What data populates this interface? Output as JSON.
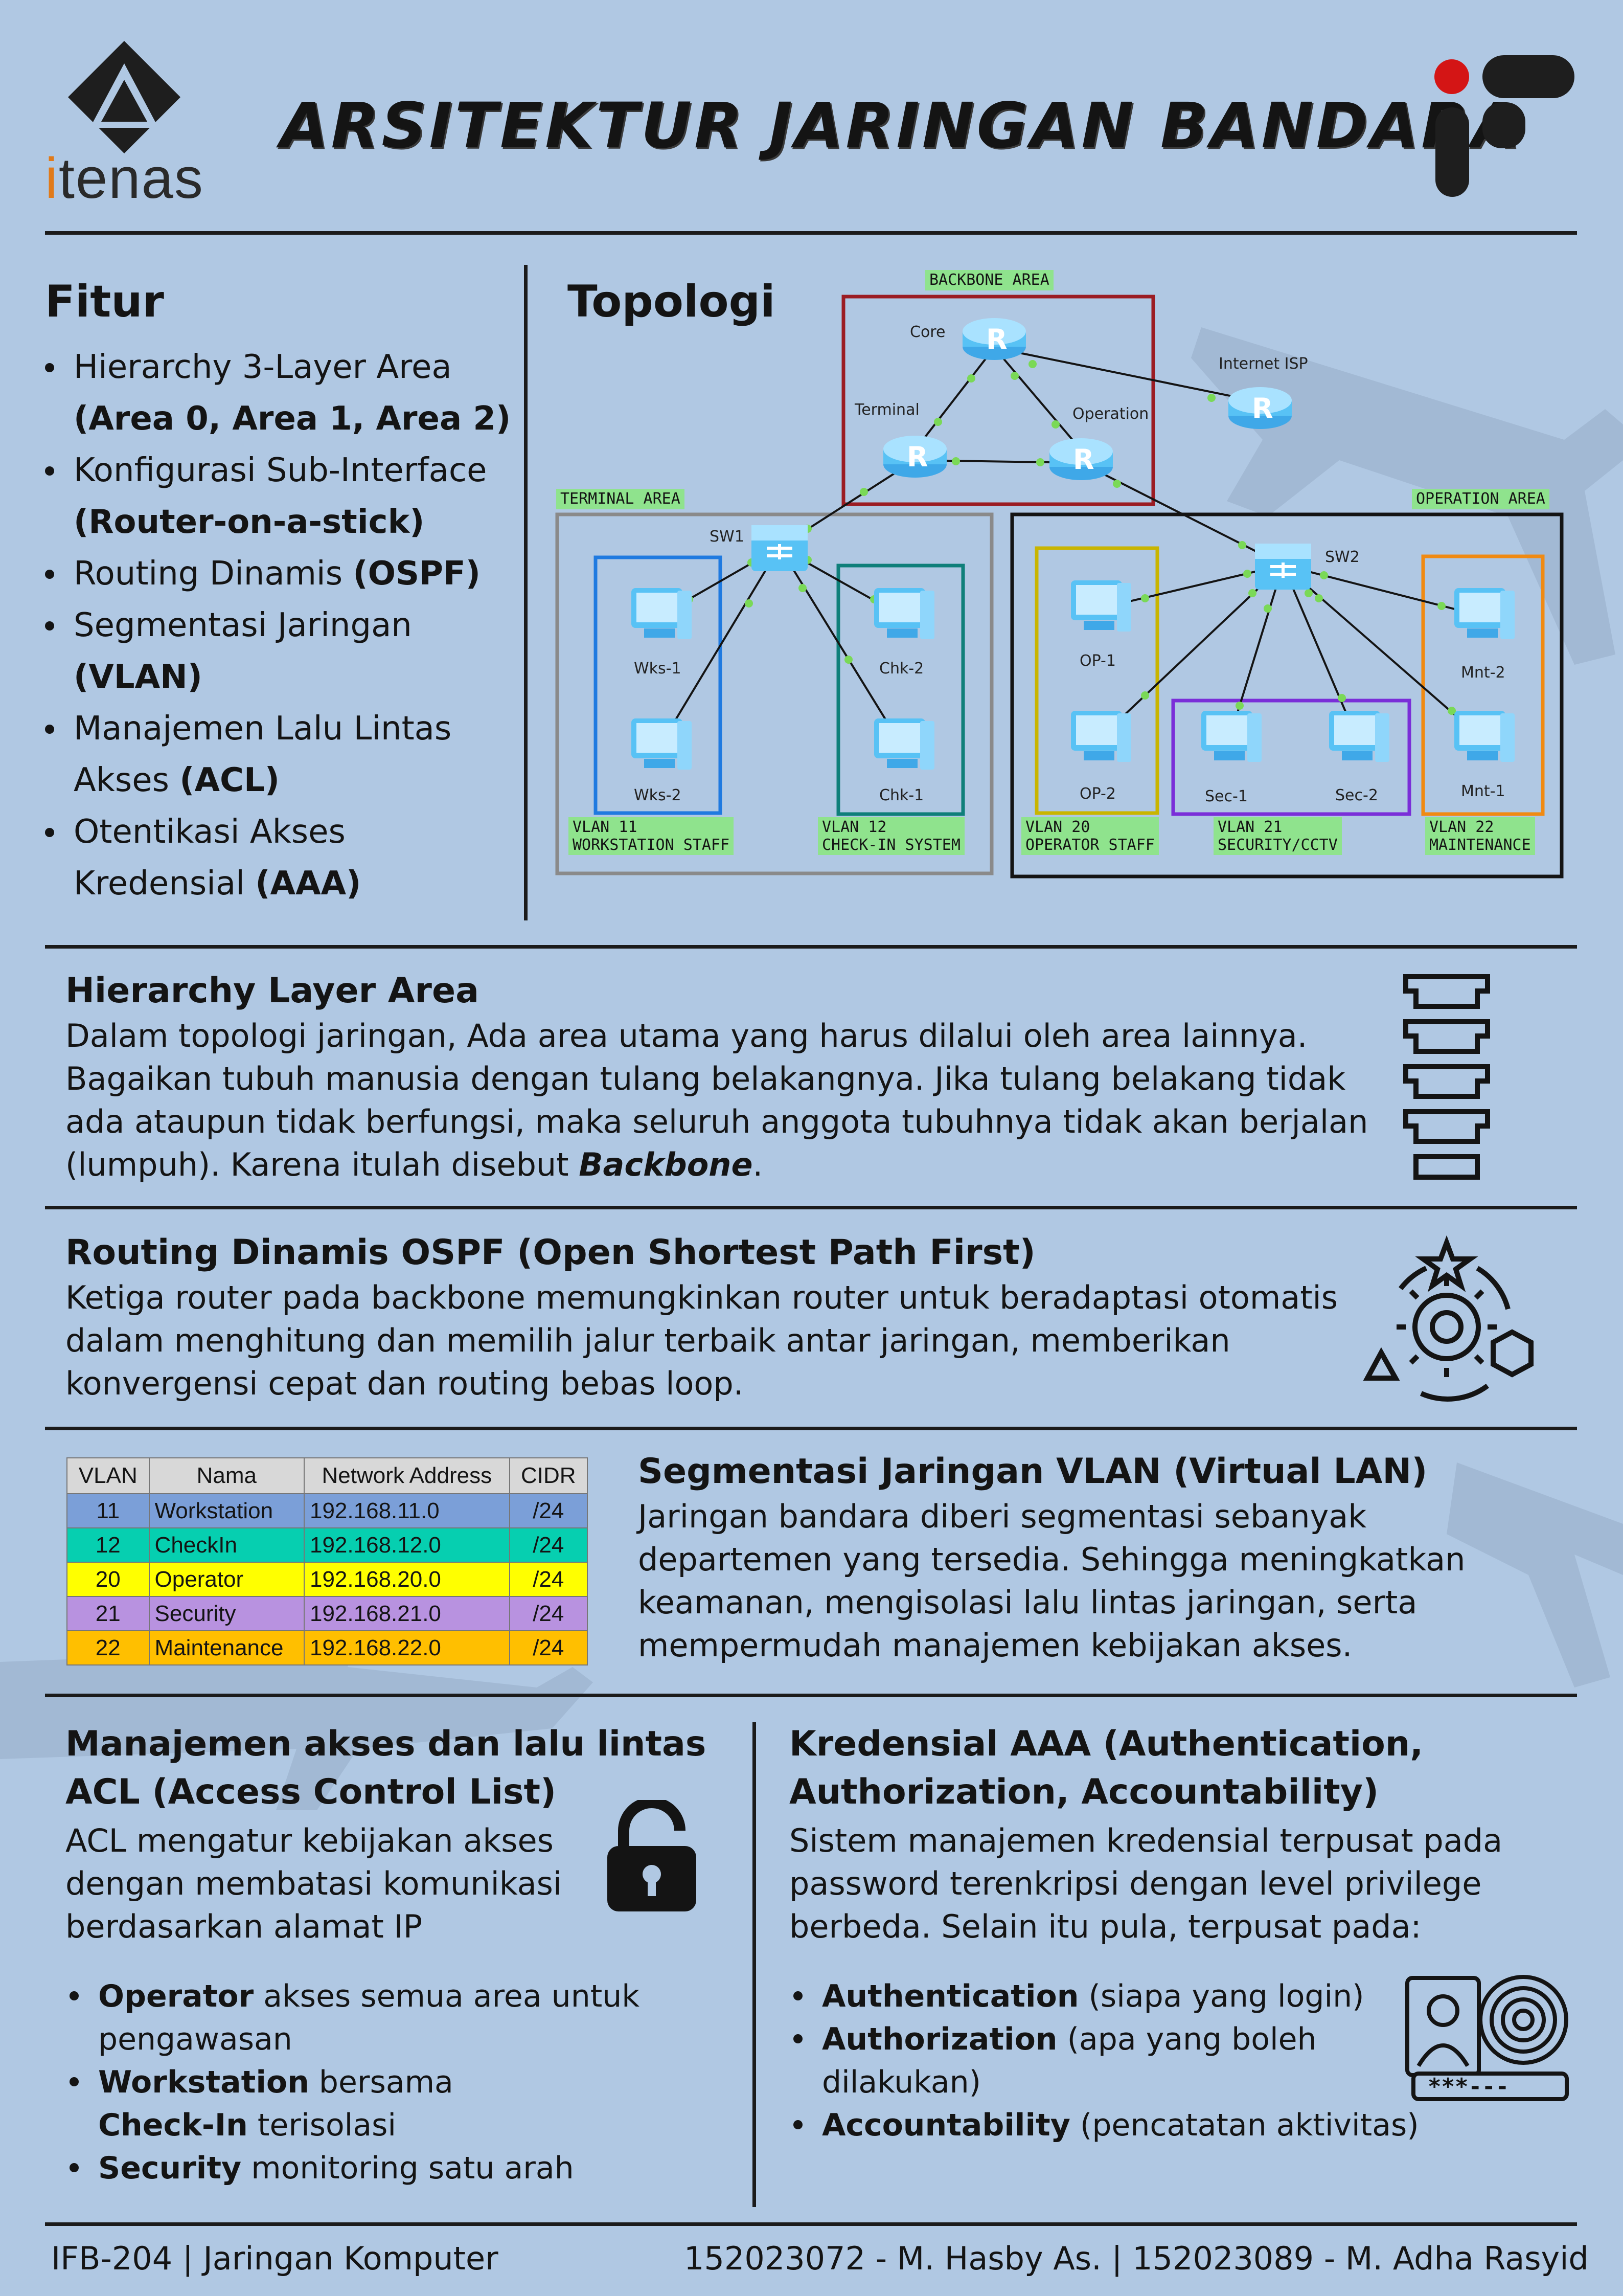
{
  "header": {
    "title": "ARSITEKTUR JARINGAN BANDARA",
    "logo_left_text": "itenas"
  },
  "fitur": {
    "heading": "Fitur",
    "items": [
      {
        "text": "Hierarchy 3-Layer Area",
        "bold": "(Area 0, Area 1, Area 2)"
      },
      {
        "text": "Konfigurasi Sub-Interface",
        "bold": "(Router-on-a-stick)"
      },
      {
        "text": "Routing Dinamis",
        "bold": "(OSPF)"
      },
      {
        "text": "Segmentasi Jaringan",
        "bold": "(VLAN)"
      },
      {
        "text": "Manajemen Lalu Lintas Akses",
        "bold": "(ACL)"
      },
      {
        "text": "Otentikasi Akses Kredensial",
        "bold": "(AAA)"
      }
    ]
  },
  "topologi": {
    "heading": "Topologi",
    "areas": {
      "backbone": "BACKBONE AREA",
      "terminal": "TERMINAL AREA",
      "operation": "OPERATION AREA"
    },
    "routers": {
      "core": "Core",
      "terminal": "Terminal",
      "operation": "Operation",
      "isp": "Internet ISP"
    },
    "switches": {
      "sw1": "SW1",
      "sw2": "SW2"
    },
    "pcs": {
      "wks1": "Wks-1",
      "wks2": "Wks-2",
      "chk2": "Chk-2",
      "chk1": "Chk-1",
      "op1": "OP-1",
      "op2": "OP-2",
      "sec1": "Sec-1",
      "sec2": "Sec-2",
      "mnt2": "Mnt-2",
      "mnt1": "Mnt-1"
    },
    "vlans": [
      {
        "id": "VLAN 11",
        "name": "WORKSTATION STAFF"
      },
      {
        "id": "VLAN 12",
        "name": "CHECK-IN SYSTEM"
      },
      {
        "id": "VLAN 20",
        "name": "OPERATOR STAFF"
      },
      {
        "id": "VLAN 21",
        "name": "SECURITY/CCTV"
      },
      {
        "id": "VLAN 22",
        "name": "MAINTENANCE"
      }
    ]
  },
  "hierarchy": {
    "heading": "Hierarchy Layer Area",
    "body": "Dalam topologi jaringan, Ada area utama yang harus dilalui oleh area lainnya. Bagaikan tubuh manusia dengan tulang belakangnya. Jika tulang belakang tidak ada ataupun tidak berfungsi, maka seluruh anggota tubuhnya tidak akan berjalan (lumpuh). Karena itulah disebut",
    "emphasis": "Backbone",
    "end": "."
  },
  "ospf": {
    "heading": "Routing Dinamis OSPF (Open Shortest Path First)",
    "body": "Ketiga router pada backbone memungkinkan router untuk beradaptasi otomatis dalam menghitung dan memilih jalur terbaik antar jaringan, memberikan konvergensi cepat dan routing bebas loop."
  },
  "vlan_table": {
    "headers": [
      "VLAN",
      "Nama",
      "Network Address",
      "CIDR"
    ],
    "rows": [
      {
        "vlan": "11",
        "nama": "Workstation",
        "network": "192.168.11.0",
        "cidr": "/24",
        "color": "#7b9fd8"
      },
      {
        "vlan": "12",
        "nama": "CheckIn",
        "network": "192.168.12.0",
        "cidr": "/24",
        "color": "#06cfb0"
      },
      {
        "vlan": "20",
        "nama": "Operator",
        "network": "192.168.20.0",
        "cidr": "/24",
        "color": "#ffff00"
      },
      {
        "vlan": "21",
        "nama": "Security",
        "network": "192.168.21.0",
        "cidr": "/24",
        "color": "#b892e0"
      },
      {
        "vlan": "22",
        "nama": "Maintenance",
        "network": "192.168.22.0",
        "cidr": "/24",
        "color": "#ffbf00"
      }
    ]
  },
  "segmentasi": {
    "heading": "Segmentasi Jaringan VLAN (Virtual LAN)",
    "body": "Jaringan bandara diberi segmentasi sebanyak departemen yang tersedia. Sehingga meningkatkan keamanan, mengisolasi lalu lintas jaringan, serta mempermudah manajemen kebijakan akses."
  },
  "acl": {
    "heading1": "Manajemen akses dan lalu lintas",
    "heading2": "ACL (Access Control List)",
    "body": "ACL mengatur kebijakan akses dengan membatasi komunikasi berdasarkan alamat IP",
    "items": [
      {
        "bold": "Operator",
        "text": " akses semua area untuk pengawasan"
      },
      {
        "bold": "Workstation",
        "text": " bersama ",
        "bold2": "Check-In",
        "text2": " terisolasi"
      },
      {
        "bold": "Security",
        "text": " monitoring satu arah"
      }
    ]
  },
  "aaa": {
    "heading1": "Kredensial AAA (Authentication,",
    "heading2": "Authorization, Accountability)",
    "body": "Sistem manajemen kredensial terpusat pada password terenkripsi dengan level privilege berbeda. Selain itu pula, terpusat pada:",
    "items": [
      {
        "bold": "Authentication",
        "text": " (siapa yang login)"
      },
      {
        "bold": "Authorization",
        "text": " (apa yang boleh dilakukan)"
      },
      {
        "bold": "Accountability",
        "text": " (pencatatan aktivitas)"
      }
    ],
    "password_mask": "***---"
  },
  "footer": {
    "left": "IFB-204 | Jaringan Komputer",
    "right": "152023072 - M. Hasby As. | 152023089 - M. Adha Rasyid"
  },
  "colors": {
    "background": "#b0c8e3",
    "tag_green": "#8fe38d",
    "backbone_border": "#9b1c23",
    "terminal_border": "#8a8a8a",
    "vlan11_border": "#1f7ae0",
    "vlan12_border": "#0f7f7a",
    "vlan20_border": "#c9b500",
    "vlan21_border": "#7a2ed8",
    "vlan22_border": "#f08a12",
    "link_dot": "#7ad957",
    "logo_red": "#d41515"
  }
}
